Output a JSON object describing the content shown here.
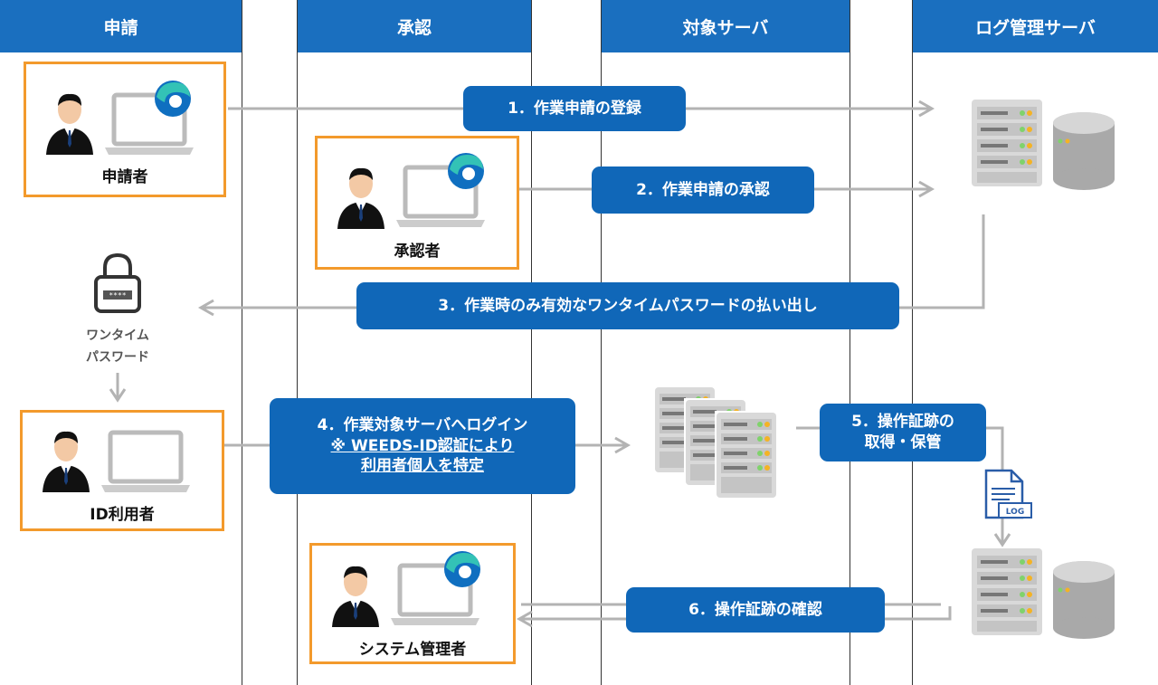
{
  "lanes": [
    "申請",
    "承認",
    "対象サーバ",
    "ログ管理サーバ"
  ],
  "actors": {
    "applicant": "申請者",
    "approver": "承認者",
    "id_user": "ID利用者",
    "sysadmin": "システム管理者"
  },
  "otp": {
    "line1": "ワンタイム",
    "line2": "パスワード"
  },
  "steps": {
    "s1": "1．作業申請の登録",
    "s2": "2．作業申請の承認",
    "s3": "3．作業時のみ有効なワンタイムパスワードの払い出し",
    "s4": {
      "line1": "4．作業対象サーバへログイン",
      "line2": "※ WEEDS-ID認証により",
      "line3": "利用者個人を特定"
    },
    "s5": {
      "line1": "5．操作証跡の",
      "line2": "取得・保管"
    },
    "s6": "6．操作証跡の確認"
  },
  "log_doc_label": "LOG",
  "colors": {
    "lane_header": "#1a6fbf",
    "step_box": "#1067b8",
    "actor_border": "#f39a2c",
    "arrow": "#b3b3b3"
  }
}
